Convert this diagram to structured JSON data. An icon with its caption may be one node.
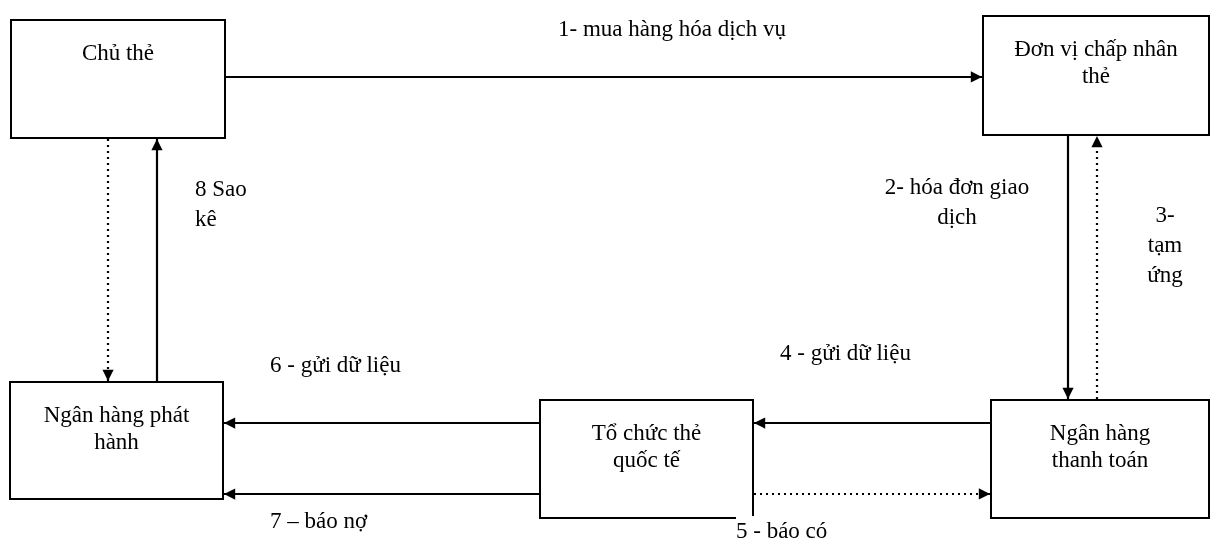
{
  "diagram": {
    "nodes": [
      {
        "text": [
          "Chủ thẻ"
        ]
      },
      {
        "text": [
          "Đơn vị chấp nhân thẻ"
        ]
      },
      {
        "text": [
          "Ngân hàng phát hành"
        ]
      },
      {
        "text": [
          "Tổ chức thẻ quốc tế"
        ]
      },
      {
        "text": [
          "Ngân hàng thanh toán"
        ]
      }
    ],
    "edges": [
      {
        "from": 0,
        "to": 1,
        "arrow": "to",
        "label": "1- mua hàng hóa dịch vụ"
      },
      {
        "from": 1,
        "to": 4,
        "arrow": "to",
        "label": "2- hóa đơn giao dịch"
      },
      {
        "from": 4,
        "to": 1,
        "arrow": "to",
        "label": "3- tạm ứng",
        "style": "dashed"
      },
      {
        "from": 4,
        "to": 3,
        "arrow": "to",
        "label": "4 - gửi dữ liệu"
      },
      {
        "from": 3,
        "to": 4,
        "arrow": "to",
        "label": "5 - báo có",
        "style": "dashed"
      },
      {
        "from": 3,
        "to": 2,
        "arrow": "to",
        "label": "6 - gửi dữ liệu"
      },
      {
        "from": 3,
        "to": 2,
        "arrow": "to",
        "label": "7 – báo nợ"
      },
      {
        "from": 2,
        "to": 0,
        "arrow": "to",
        "label": "8 Sao kê"
      },
      {
        "from": 0,
        "to": 2,
        "arrow": "to",
        "style": "dashed"
      }
    ]
  }
}
